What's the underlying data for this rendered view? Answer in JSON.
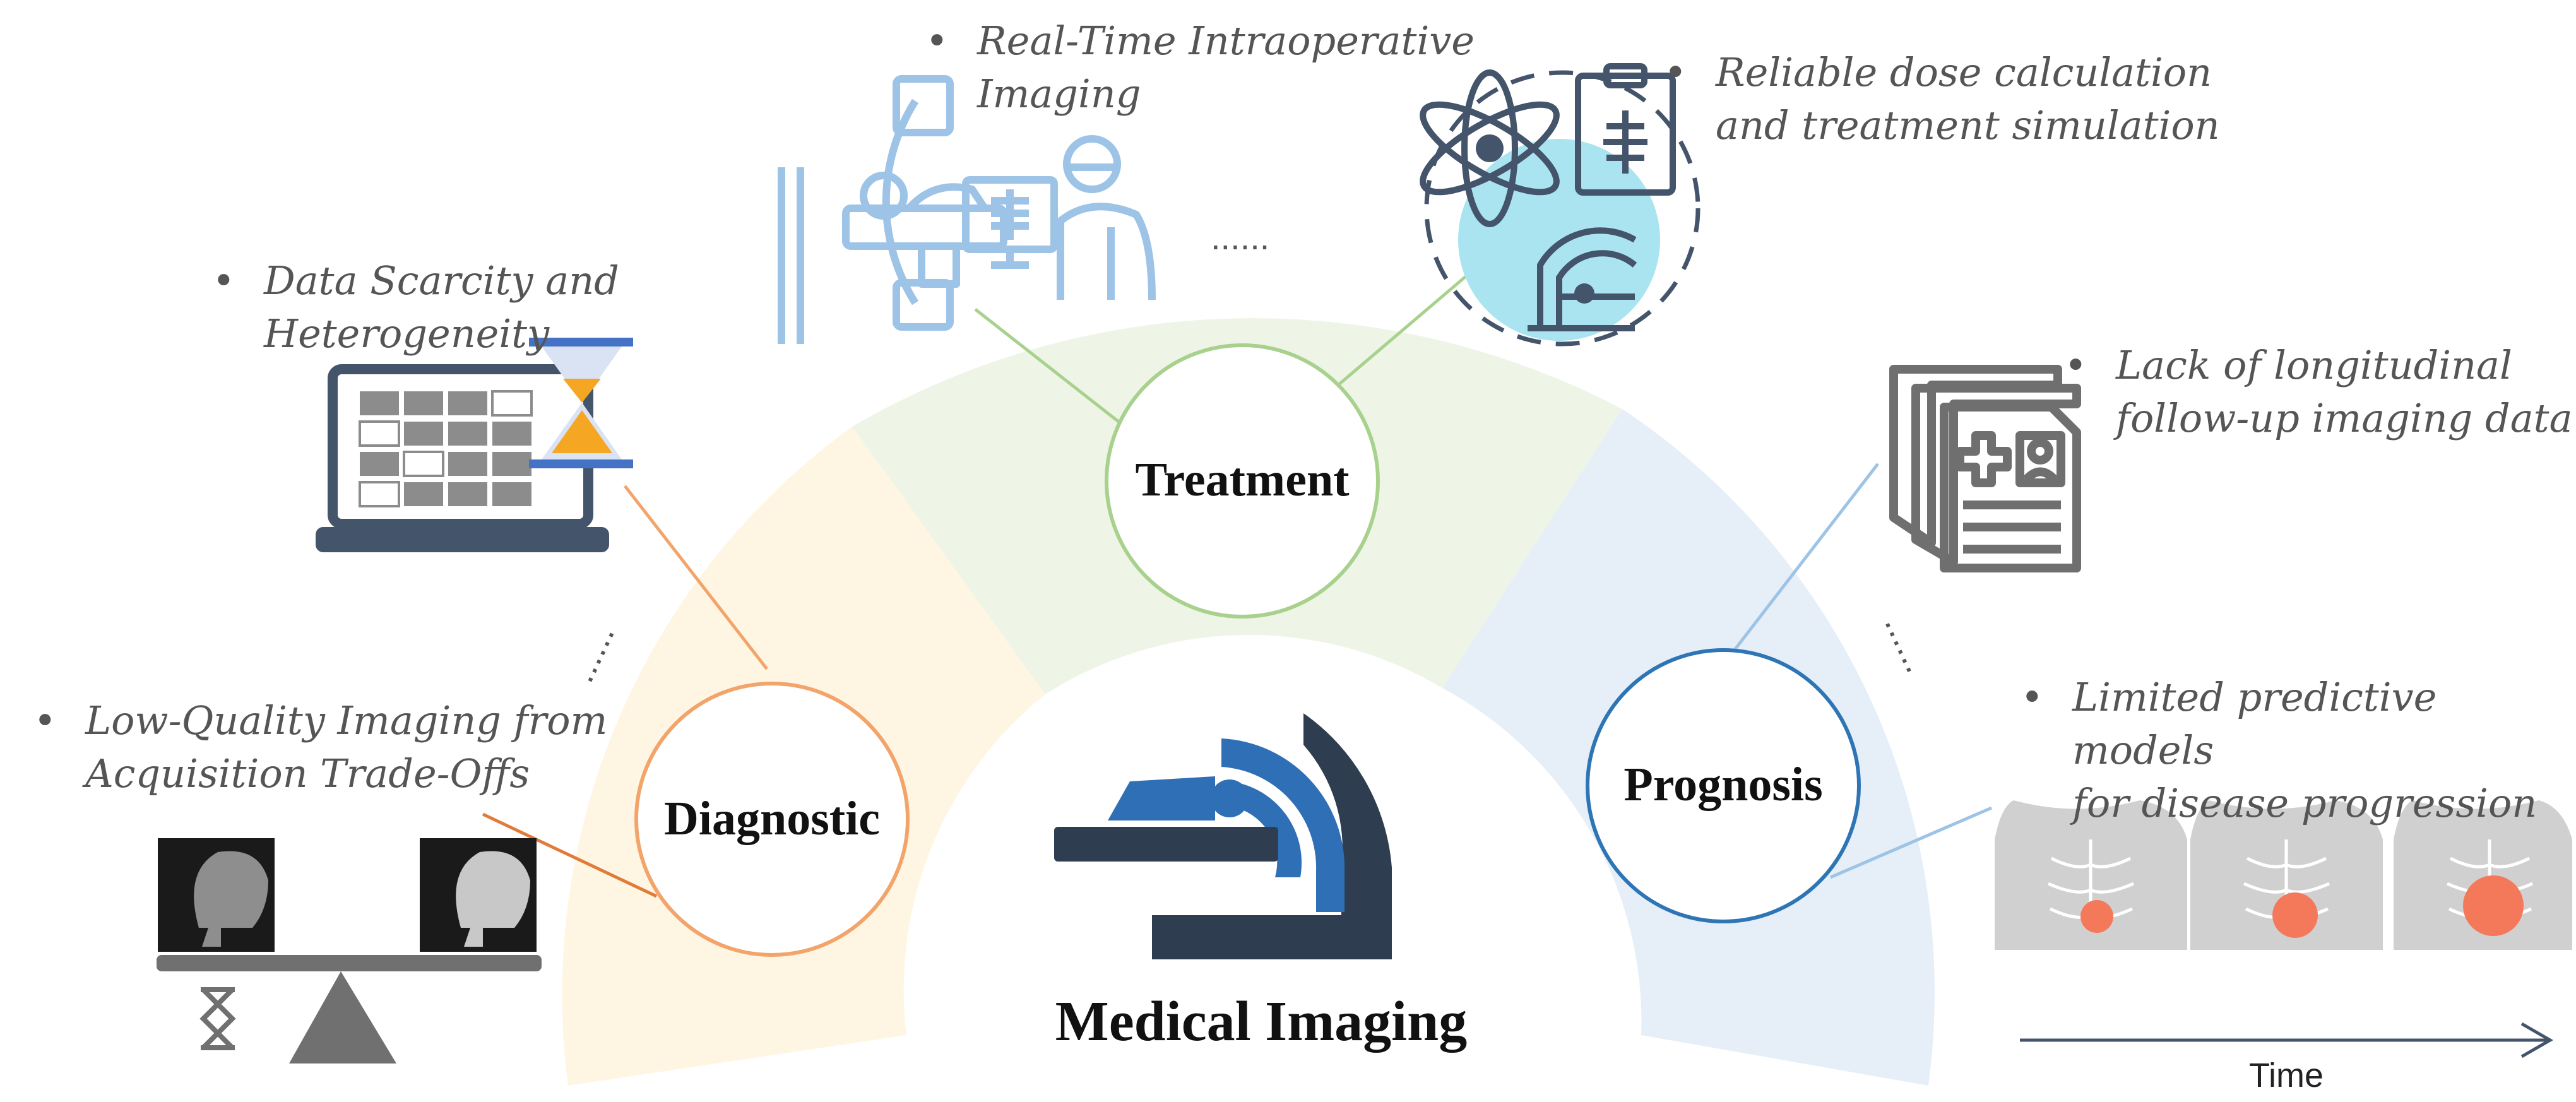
{
  "center": {
    "title": "Medical Imaging"
  },
  "stages": {
    "diagnostic": {
      "label": "Diagnostic",
      "color": "#F2A46A",
      "fill": "#FEF6E2"
    },
    "treatment": {
      "label": "Treatment",
      "color": "#A9D18E",
      "fill": "#EEF5E6"
    },
    "prognosis": {
      "label": "Prognosis",
      "color": "#2E75B6",
      "fill": "#E6EFF8"
    }
  },
  "notes": {
    "low_quality": [
      "Low-Quality Imaging from",
      "Acquisition Trade-Offs"
    ],
    "data_scarcity": [
      "Data Scarcity and",
      "Heterogeneity"
    ],
    "real_time": [
      "Real-Time Intraoperative",
      "Imaging"
    ],
    "dose": [
      "Reliable dose calculation",
      "and treatment simulation"
    ],
    "longitudinal": [
      "Lack of longitudinal",
      "follow-up imaging data"
    ],
    "predictive": [
      "Limited predictive models",
      "for disease progression"
    ]
  },
  "ellipsis": "......",
  "timeline": {
    "label": "Time"
  },
  "colors": {
    "icon_dark": "#44546A",
    "icon_blue": "#2F6FB6",
    "icon_light": "#9DC3E6",
    "tumor": "#F4795B",
    "gray": "#707070"
  }
}
